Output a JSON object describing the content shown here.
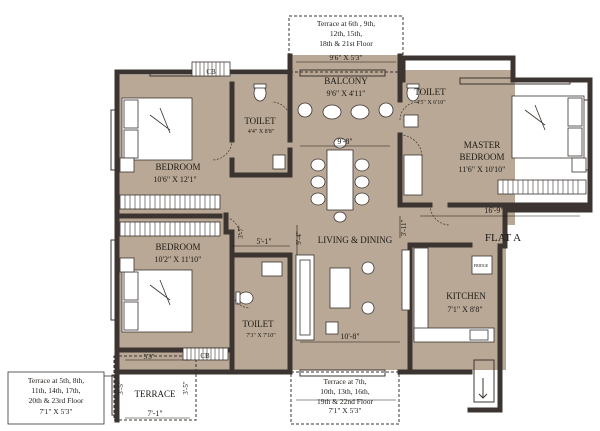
{
  "plan": {
    "flat_label": "FLAT A",
    "colors": {
      "floor": "#b9a895",
      "wall": "#3b3430",
      "furniture": "#ffffff",
      "dimension": "#1e1a16"
    },
    "rooms": {
      "bedroom1": {
        "name": "BEDROOM",
        "size": "10'6\" X 12'1\""
      },
      "bedroom2": {
        "name": "BEDROOM",
        "size": "10'2\" X 11'10\""
      },
      "master": {
        "name1": "MASTER",
        "name2": "BEDROOM",
        "size": "11'6\" X 10'10\""
      },
      "toilet1": {
        "name": "TOILET",
        "size": "4'4\" X 8'8\""
      },
      "toilet2": {
        "name": "TOILET",
        "size": "4'5\" X 6'10\""
      },
      "toilet3": {
        "name": "TOILET",
        "size": "7'3\" X 7'10\""
      },
      "balcony": {
        "name": "BALCONY",
        "size": "9'6\" X 4'11\""
      },
      "living": {
        "name": "LIVING & DINING"
      },
      "kitchen": {
        "name": "KITCHEN",
        "size": "7'1\" X 8'8\""
      },
      "terrace": {
        "name": "TERRACE"
      },
      "fridge": "FRIDGE"
    },
    "wardrobe_labels": {
      "wr1": "CB",
      "wr2": "CB"
    },
    "dimensions": {
      "d1": "9'-8\"",
      "d2": "16'-9\"",
      "d3": "5'-1\"",
      "d4": "3'-7\"",
      "d5": "9'-4\"",
      "d6": "3'-11\"",
      "d7": "10'-8\"",
      "d8": "5'3\"",
      "d9": "3'-5\"",
      "d10": "7'-1\"",
      "d11": "7'-1\"",
      "d12": "3'-5\""
    },
    "terrace_notes": {
      "top": {
        "lines": [
          "Terrace at 6th , 9th,",
          "12th, 15th,",
          "18th & 21st Floor"
        ],
        "size": "9'6\" X 5'3\""
      },
      "bottom": {
        "lines": [
          "Terrace at 7th,",
          "10th, 13th, 16th,",
          "19th & 22nd Floor"
        ],
        "size": "7'1\" X 5'3\""
      },
      "left": {
        "lines": [
          "Terrace at 5th, 8th,",
          "11th, 14th, 17th,",
          "20th & 23rd Floor"
        ],
        "size": "7'1\" X 5'3\""
      }
    }
  }
}
